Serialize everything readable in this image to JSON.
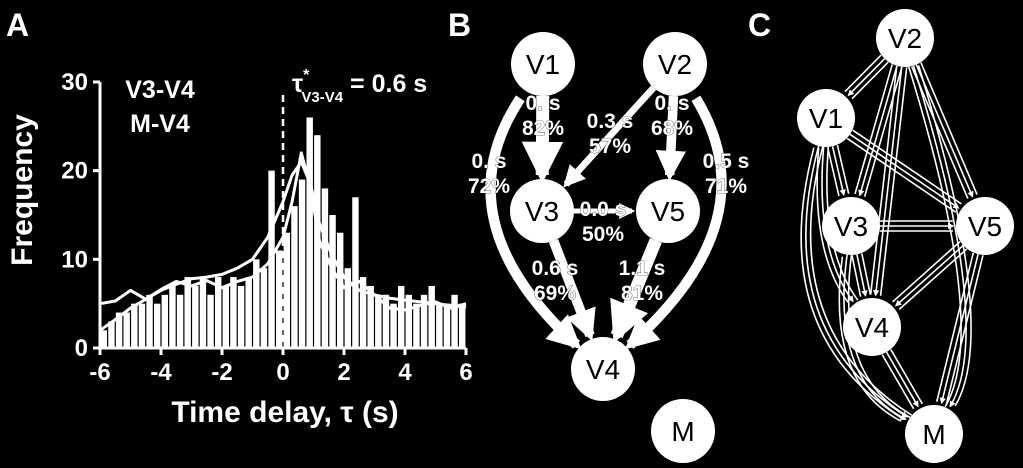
{
  "colors": {
    "background": "#000000",
    "foreground": "#ffffff"
  },
  "panel_a": {
    "letter": "A",
    "series_label_1": "V3-V4",
    "series_label_2": "M-V4",
    "tau_symbol": "τ",
    "tau_superscript": "*",
    "tau_subscript": "V3-V4",
    "tau_value_text": " = 0.6 s"
  },
  "panel_b": {
    "letter": "B"
  },
  "panel_c": {
    "letter": "C"
  },
  "chart_data": [
    {
      "type": "bar",
      "title": "",
      "xlabel": "Time delay, τ (s)",
      "ylabel": "Frequency",
      "xlim": [
        -6,
        6
      ],
      "ylim": [
        0,
        30
      ],
      "xticks": [
        "-6",
        "-4",
        "-2",
        "0",
        "2",
        "4",
        "6"
      ],
      "yticks": [
        "0",
        "10",
        "20",
        "30"
      ],
      "bin_width": 0.25,
      "x": [
        -6.0,
        -5.75,
        -5.5,
        -5.25,
        -5.0,
        -4.75,
        -4.5,
        -4.25,
        -4.0,
        -3.75,
        -3.5,
        -3.25,
        -3.0,
        -2.75,
        -2.5,
        -2.25,
        -2.0,
        -1.75,
        -1.5,
        -1.25,
        -1.0,
        -0.75,
        -0.5,
        -0.25,
        0.0,
        0.25,
        0.5,
        0.75,
        1.0,
        1.25,
        1.5,
        1.75,
        2.0,
        2.25,
        2.5,
        2.75,
        3.0,
        3.25,
        3.5,
        3.75,
        4.0,
        4.25,
        4.5,
        4.75,
        5.0,
        5.25,
        5.5,
        5.75
      ],
      "values": [
        2,
        3,
        4,
        4,
        5,
        5,
        6,
        5,
        6,
        7,
        6,
        8,
        7,
        8,
        6,
        8,
        7,
        8,
        7,
        8,
        10,
        9,
        20,
        11,
        13,
        16,
        19,
        26,
        24,
        18,
        15,
        13,
        9,
        17,
        8,
        7,
        6,
        6,
        5,
        7,
        6,
        5,
        6,
        7,
        5,
        5,
        6,
        5
      ],
      "curves": [
        {
          "x": [
            -6,
            -5.5,
            -5,
            -4.5,
            -4,
            -3.5,
            -3,
            -2.5,
            -2,
            -1.5,
            -1,
            -0.5,
            0,
            0.3,
            0.6,
            0.9,
            1.2,
            1.6,
            2,
            2.5,
            3,
            3.5,
            4,
            4.5,
            5,
            5.5,
            6
          ],
          "y": [
            2,
            3.2,
            4.5,
            5.5,
            6.5,
            7.2,
            7.8,
            8,
            8.3,
            9,
            10,
            12.5,
            16.5,
            19.5,
            21,
            18.5,
            14,
            10.5,
            8,
            6.5,
            6,
            5.6,
            5.4,
            5.2,
            5,
            4.8,
            4.6
          ]
        },
        {
          "x": [
            -6,
            -5.5,
            -5,
            -4.5,
            -4,
            -3.5,
            -3,
            -2.5,
            -2,
            -1.5,
            -1,
            -0.5,
            0,
            0.3,
            0.6,
            0.9,
            1.2,
            1.6,
            2,
            2.5,
            3,
            3.5,
            4,
            4.5,
            5,
            5.5,
            6
          ],
          "y": [
            5,
            5.3,
            6.5,
            5.5,
            6.6,
            7.5,
            7,
            7.6,
            6.8,
            7.5,
            8,
            9.5,
            12.5,
            16.5,
            22,
            18,
            12,
            9,
            6.8,
            7.5,
            6,
            4.5,
            4.3,
            4.8,
            5.2,
            4.5,
            5
          ]
        }
      ],
      "annotations": [
        {
          "type": "vline",
          "x": 0,
          "style": "dashed"
        }
      ]
    },
    {
      "type": "network",
      "nodes": [
        "V1",
        "V2",
        "V3",
        "V5",
        "V4",
        "M"
      ],
      "edges": [
        {
          "from": "V1",
          "to": "V3",
          "delay": "0. s",
          "percent": "82%"
        },
        {
          "from": "V2",
          "to": "V3",
          "delay": "0.3 s",
          "percent": "57%"
        },
        {
          "from": "V2",
          "to": "V5",
          "delay": "0. s",
          "percent": "68%"
        },
        {
          "from": "V1",
          "to": "V4",
          "delay": "0. s",
          "percent": "72%"
        },
        {
          "from": "V2",
          "to": "V4",
          "delay": "0.5 s",
          "percent": "71%"
        },
        {
          "from": "V3",
          "to": "V5",
          "delay": "0.0 s",
          "percent": "50%"
        },
        {
          "from": "V3",
          "to": "V4",
          "delay": "0.6 s",
          "percent": "69%"
        },
        {
          "from": "V5",
          "to": "V4",
          "delay": "1.1 s",
          "percent": "81%"
        }
      ]
    },
    {
      "type": "network",
      "nodes": [
        "V2",
        "V1",
        "V3",
        "V5",
        "V4",
        "M"
      ],
      "edges": [
        {
          "from": "V2",
          "to": "V1"
        },
        {
          "from": "V2",
          "to": "V3"
        },
        {
          "from": "V2",
          "to": "V5"
        },
        {
          "from": "V2",
          "to": "V4"
        },
        {
          "from": "V2",
          "to": "M"
        },
        {
          "from": "V1",
          "to": "V3"
        },
        {
          "from": "V1",
          "to": "V5"
        },
        {
          "from": "V1",
          "to": "V4"
        },
        {
          "from": "V1",
          "to": "M"
        },
        {
          "from": "V3",
          "to": "V5"
        },
        {
          "from": "V3",
          "to": "V4"
        },
        {
          "from": "V3",
          "to": "M"
        },
        {
          "from": "V5",
          "to": "V4"
        },
        {
          "from": "V5",
          "to": "M"
        },
        {
          "from": "V4",
          "to": "M"
        }
      ]
    }
  ]
}
